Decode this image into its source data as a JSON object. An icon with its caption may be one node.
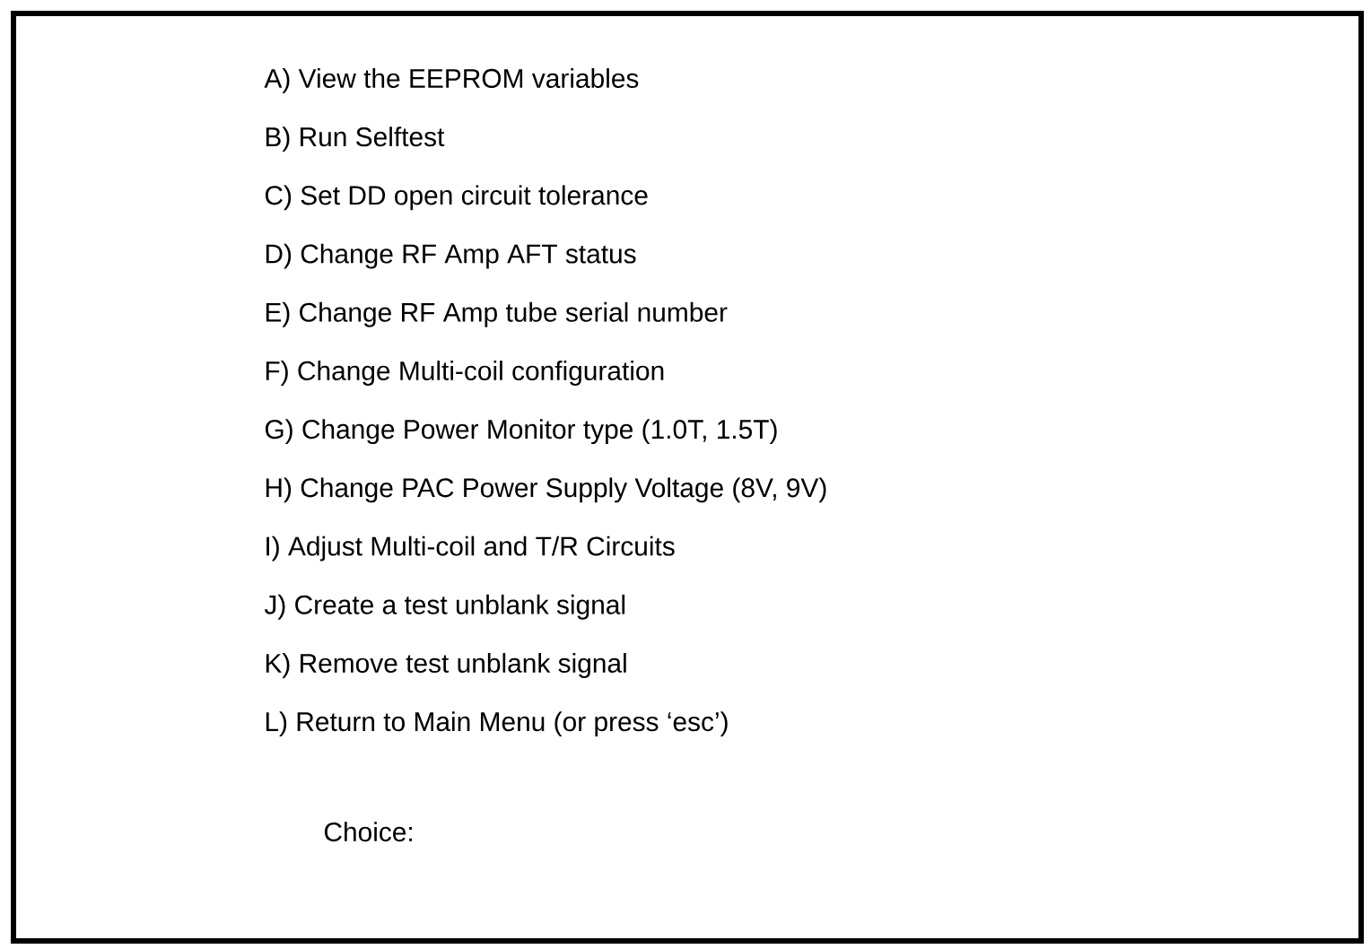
{
  "diagram": {
    "nodes": [
      {
        "text": [
          "A) View the EEPROM variables",
          "B) Run Selftest",
          "C) Set DD open circuit tolerance",
          "D) Change RF Amp AFT status",
          "E) Change RF Amp tube serial number",
          "F) Change Multi-coil configuration",
          "G) Change Power Monitor type (1.0T, 1.5T)",
          "H) Change PAC Power Supply Voltage (8V, 9V)",
          "I) Adjust Multi-coil and T/R Circuits",
          "J) Create a test unblank signal",
          "K) Remove test unblank signal",
          "L) Return to Main Menu (or press ‘esc’)",
          "Choice:"
        ]
      }
    ]
  }
}
